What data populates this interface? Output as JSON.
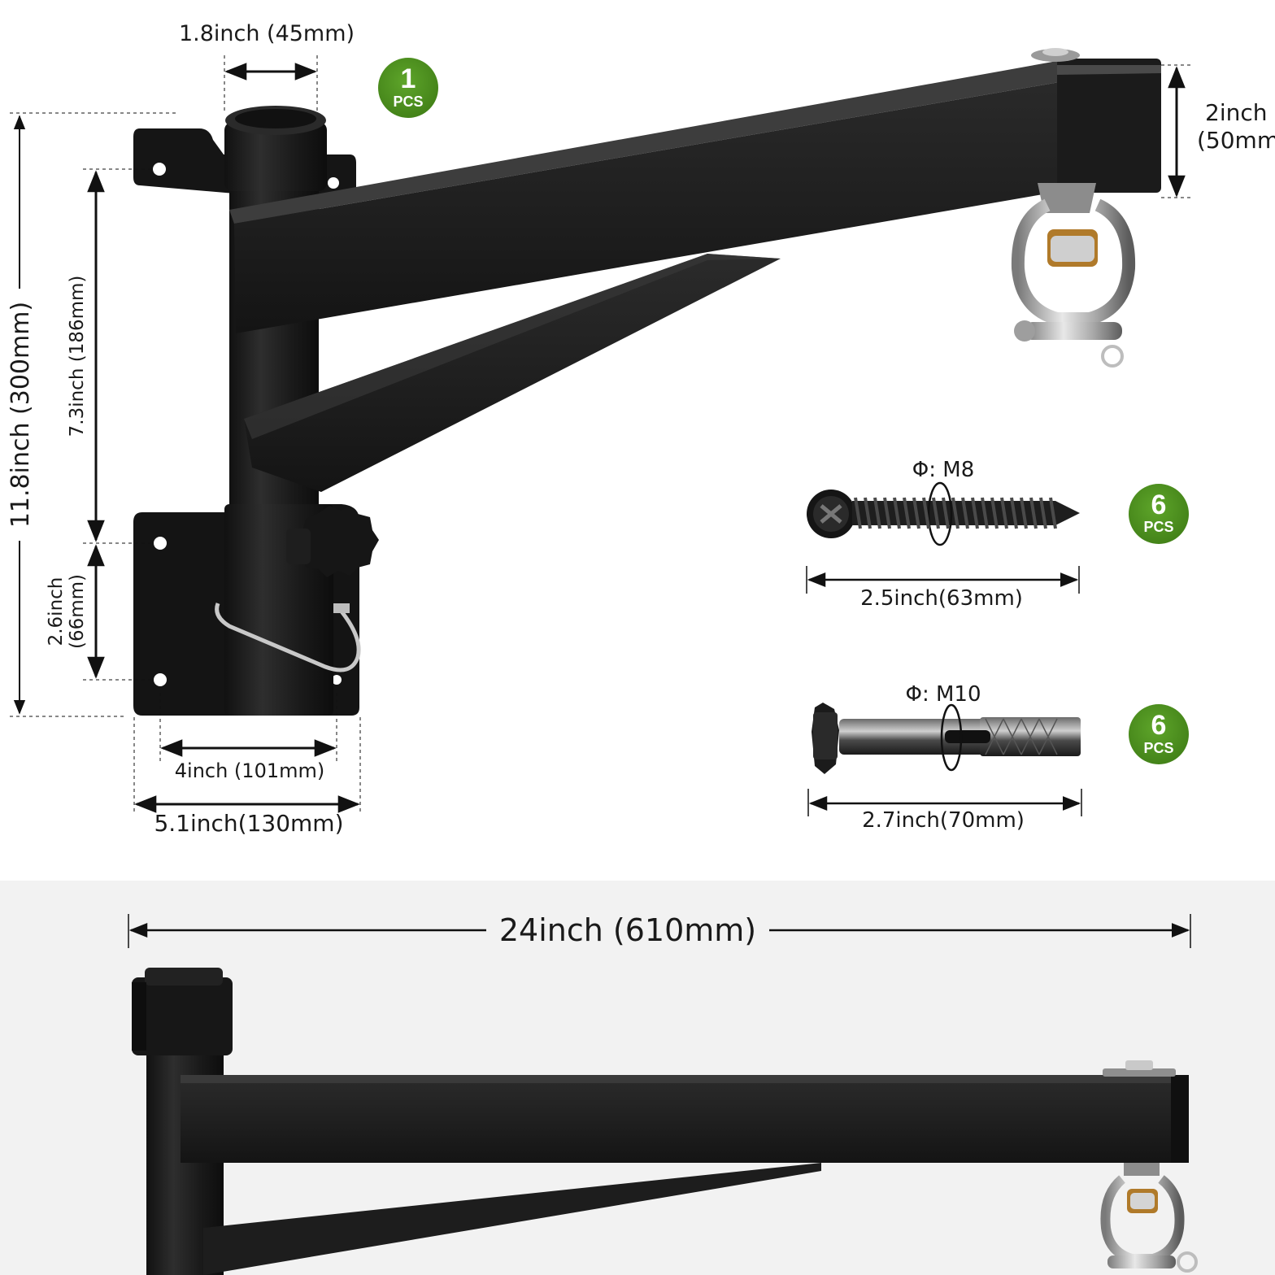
{
  "top_panel": {
    "bracket_count": {
      "number": "1",
      "unit": "PCS"
    },
    "dimensions": {
      "sleeve_width": "1.8inch (45mm)",
      "arm_height_in": "2inch",
      "arm_height_mm": "(50mm",
      "total_height": "11.8inch (300mm)",
      "hole_spacing_upper": "7.3inch (186mm)",
      "hole_spacing_lower_in": "2.6inch",
      "hole_spacing_lower_mm": "(66mm)",
      "hole_span": "4inch (101mm)",
      "plate_width": "5.1inch(130mm)"
    },
    "lag_screw": {
      "diameter": "Φ: M8",
      "length": "2.5inch(63mm)",
      "count": {
        "number": "6",
        "unit": "PCS"
      }
    },
    "expansion_bolt": {
      "diameter": "Φ: M10",
      "length": "2.7inch(70mm)",
      "count": {
        "number": "6",
        "unit": "PCS"
      }
    }
  },
  "bottom_panel": {
    "arm_length": "24inch (610mm)"
  },
  "colors": {
    "badge_green": "#4e8f1f",
    "metal_black": "#1f1f1f",
    "bottom_background": "#f2f2f2"
  }
}
